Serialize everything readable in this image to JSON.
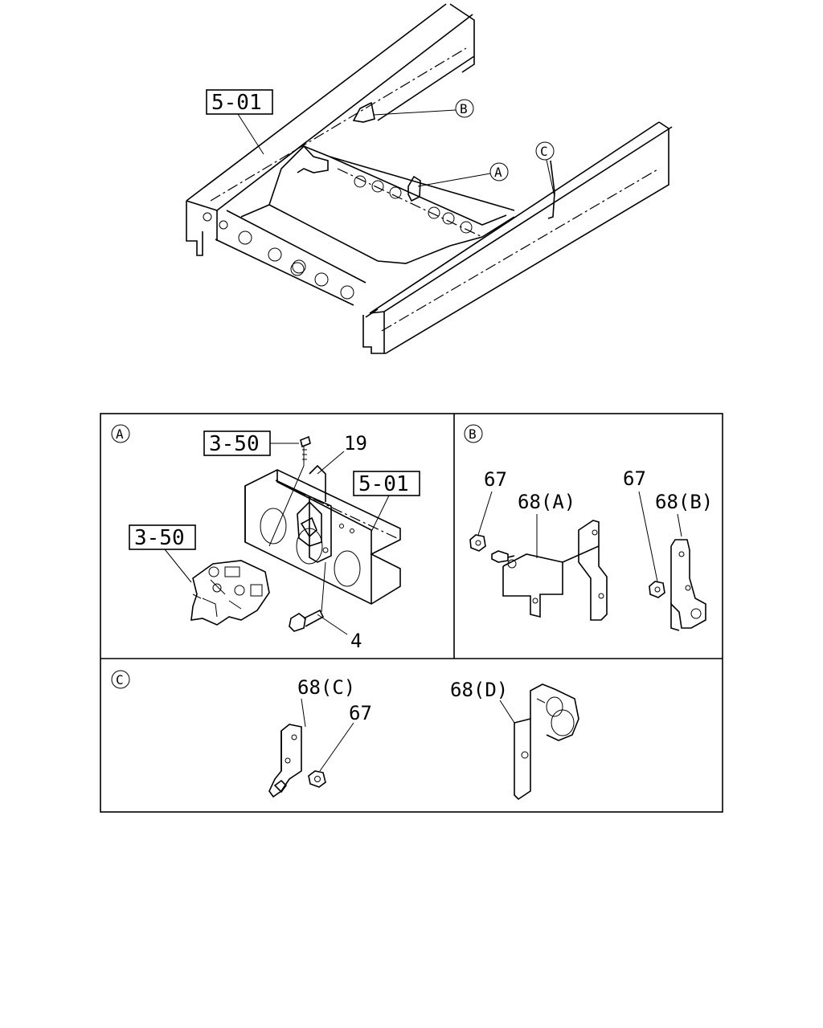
{
  "overview": {
    "ref_frame": "5-01",
    "callout_a": "A",
    "callout_b": "B",
    "callout_c": "C"
  },
  "panel_a": {
    "title": "A",
    "ref_top": "3-50",
    "ref_left": "3-50",
    "ref_frame": "5-01",
    "part_19": "19",
    "part_4": "4"
  },
  "panel_b": {
    "title": "B",
    "nut_left": "67",
    "bracket_a": "68(A)",
    "nut_right": "67",
    "bracket_b": "68(B)"
  },
  "panel_c": {
    "title": "C",
    "bracket_c": "68(C)",
    "nut": "67",
    "bracket_d": "68(D)"
  }
}
